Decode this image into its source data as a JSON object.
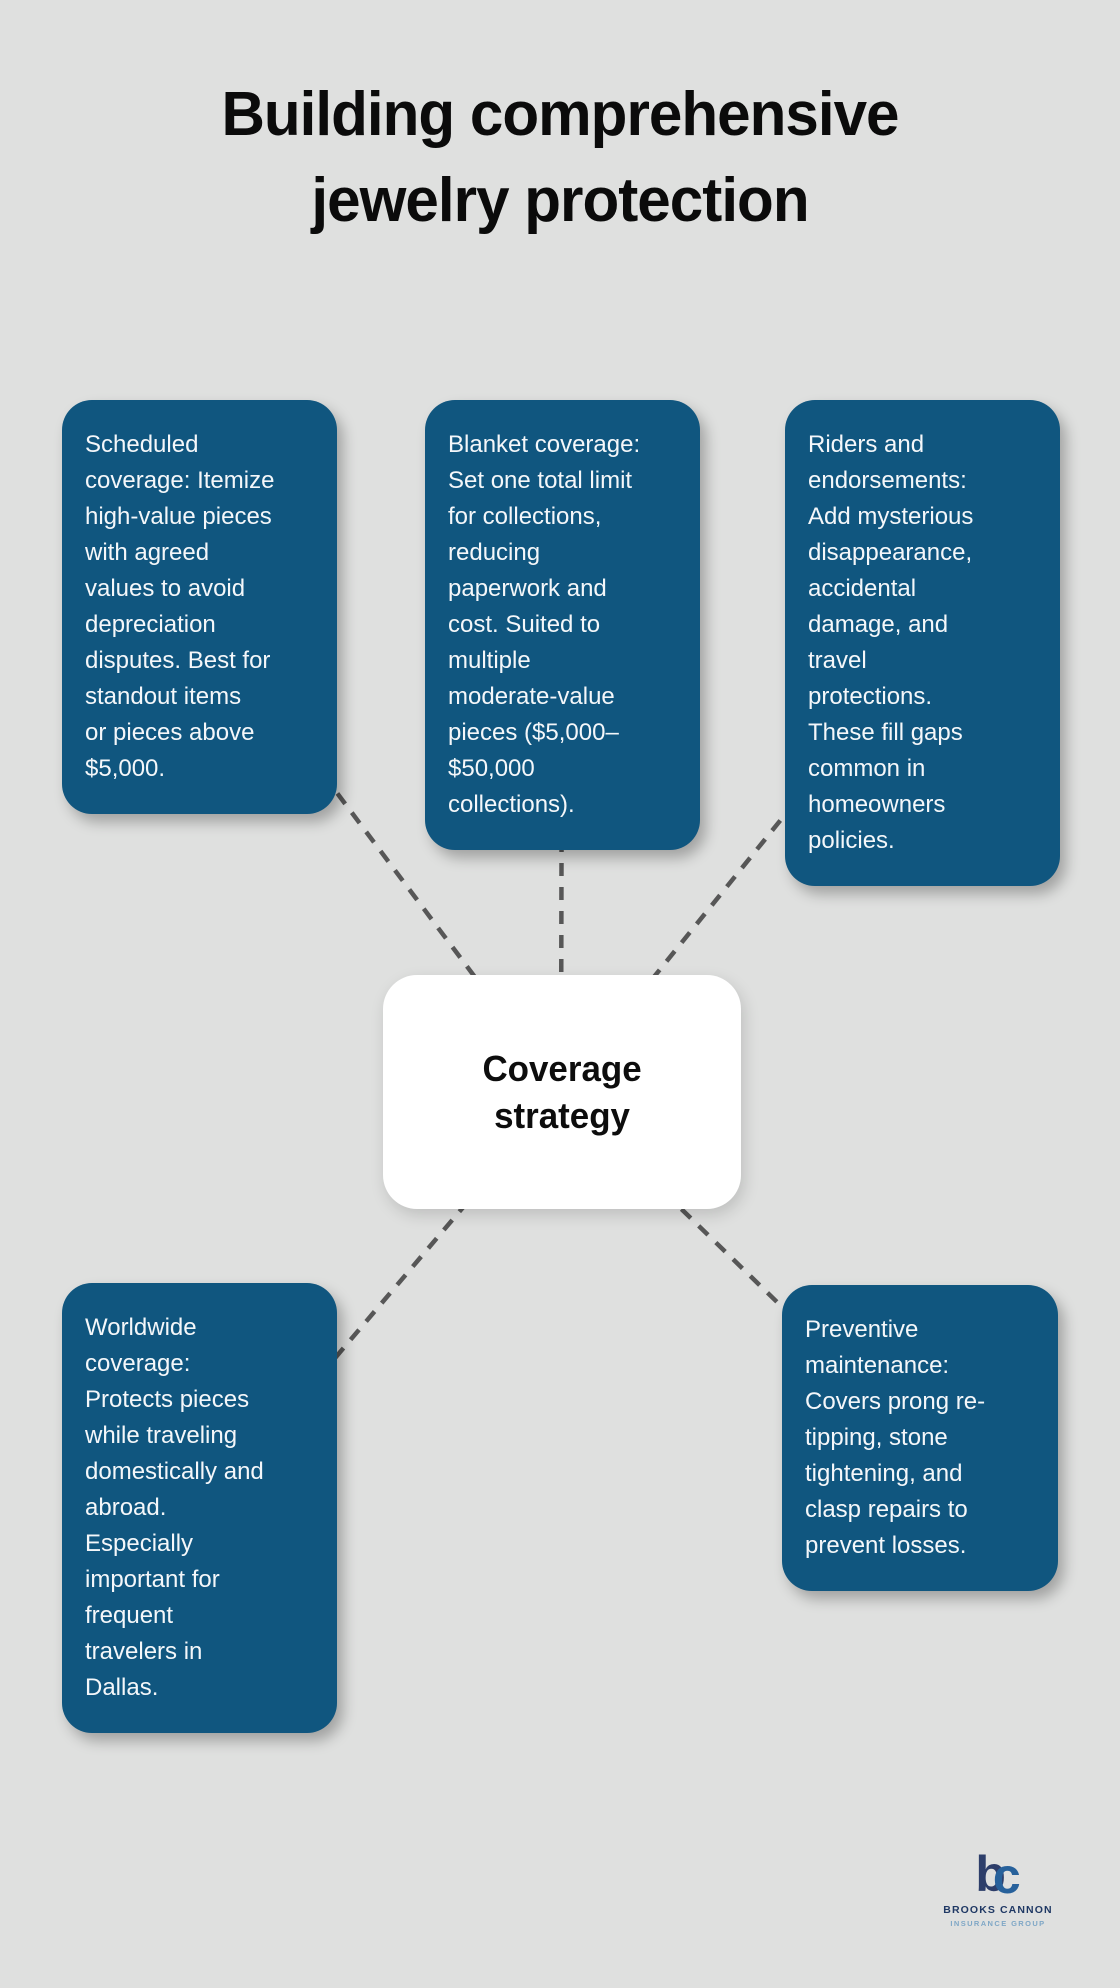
{
  "title": {
    "text": "Building comprehensive\njewelry protection"
  },
  "center_node": {
    "text": "Coverage\nstrategy"
  },
  "nodes": [
    {
      "id": "scheduled-coverage",
      "text": "Scheduled\ncoverage: Itemize\nhigh-value pieces\nwith agreed\nvalues to avoid\ndepreciation\ndisputes. Best for\nstandout items\nor pieces above\n$5,000."
    },
    {
      "id": "blanket-coverage",
      "text": "Blanket coverage:\nSet one total limit\nfor collections,\nreducing\npaperwork and\ncost. Suited to\nmultiple\nmoderate-value\npieces ($5,000–\n$50,000\ncollections)."
    },
    {
      "id": "riders-and-endorsements",
      "text": "Riders and\nendorsements:\nAdd mysterious\ndisappearance,\naccidental\ndamage, and\ntravel\nprotections.\nThese fill gaps\ncommon in\nhomeowners\npolicies."
    },
    {
      "id": "worldwide-coverage",
      "text": "Worldwide\ncoverage:\nProtects pieces\nwhile traveling\ndomestically and\nabroad.\nEspecially\nimportant for\nfrequent\ntravelers in\nDallas."
    },
    {
      "id": "preventive-maintenance",
      "text": "Preventive\nmaintenance:\nCovers prong re-\ntipping, stone\ntightening, and\nclasp repairs to\nprevent losses."
    }
  ],
  "logo": {
    "monogram_b": "b",
    "monogram_c": "c",
    "name": "BROOKS CANNON",
    "tagline": "INSURANCE GROUP"
  },
  "colors": {
    "background": "#dfe0df",
    "node_blue": "#10567f",
    "node_text": "#f4f7fa",
    "connector_gray": "#575757",
    "title_black": "#0b0b0b",
    "logo_navy": "#2d3e6a",
    "logo_blue": "#27619b",
    "logo_light_blue": "#7fa7c6"
  }
}
